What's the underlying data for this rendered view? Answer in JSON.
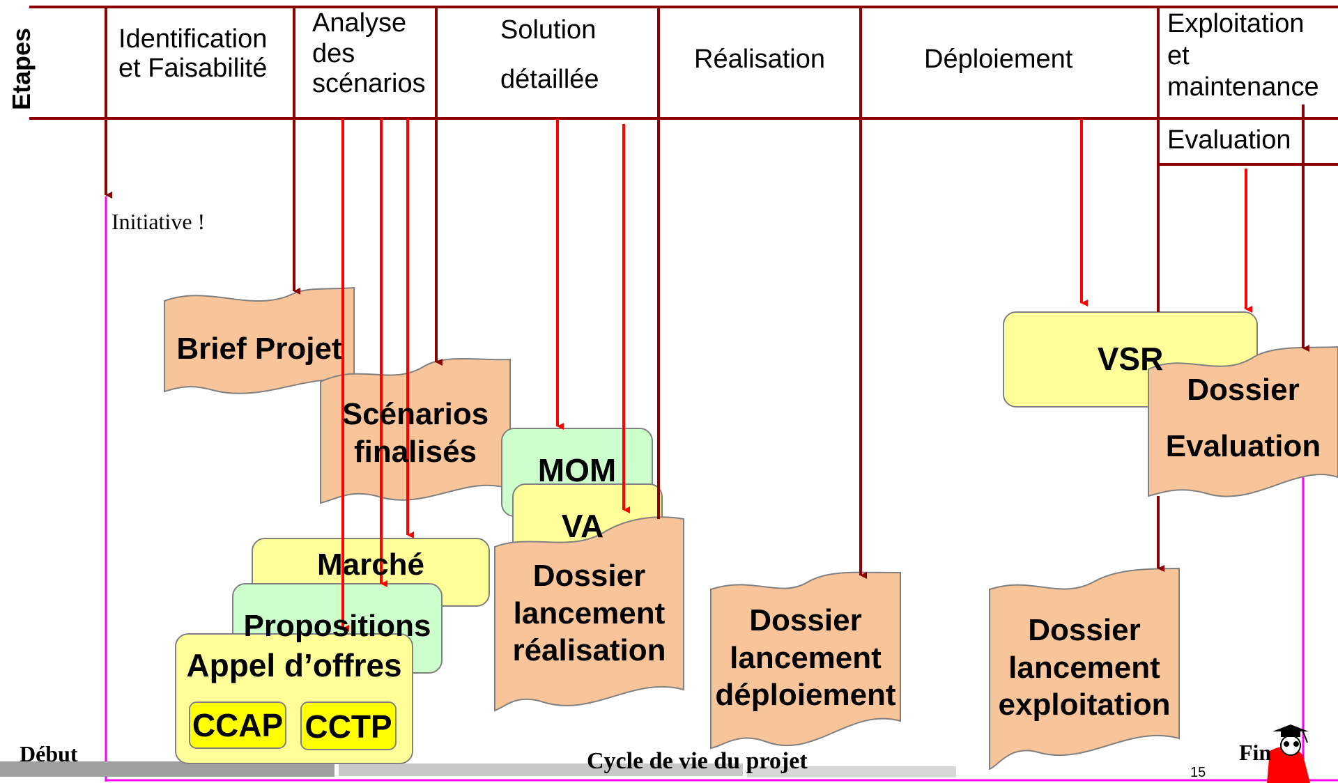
{
  "axis_label": "Etapes",
  "stages": [
    "Identification\net Faisabilité",
    "Analyse\ndes\nscénarios",
    "Solution\n\ndétaillée",
    "Réalisation",
    "Déploiement",
    "Exploitation\net\nmaintenance"
  ],
  "sub_stage": "Evaluation",
  "initiative": "Initiative !",
  "documents": {
    "brief": "Brief Projet",
    "scenarios": "Scénarios\nfinalisés",
    "mom": "MOM",
    "va": "VA",
    "dossier_realisation": "Dossier\nlancement\nréalisation",
    "marche": "Marché",
    "propositions": "Propositions",
    "appel_offres": "Appel d’offres",
    "ccap": "CCAP",
    "cctp": "CCTP",
    "dossier_deploiement": "Dossier\nlancement\ndéploiement",
    "vsr": "VSR",
    "dossier_exploitation": "Dossier\nlancement\nexploitation",
    "dossier_evaluation": "Dossier\n\nEvaluation"
  },
  "footer": {
    "debut": "Début",
    "cycle": "Cycle de vie du projet",
    "fin": "Fin",
    "page_number": "15"
  },
  "colors": {
    "dark_red": "#8b0000",
    "bright_red": "#ff0000",
    "magenta": "#ff00ff",
    "orange_doc": "#f8c59a",
    "yellow_box": "#ffff99",
    "green_box": "#ccffcc",
    "bright_yellow": "#ffff00"
  }
}
